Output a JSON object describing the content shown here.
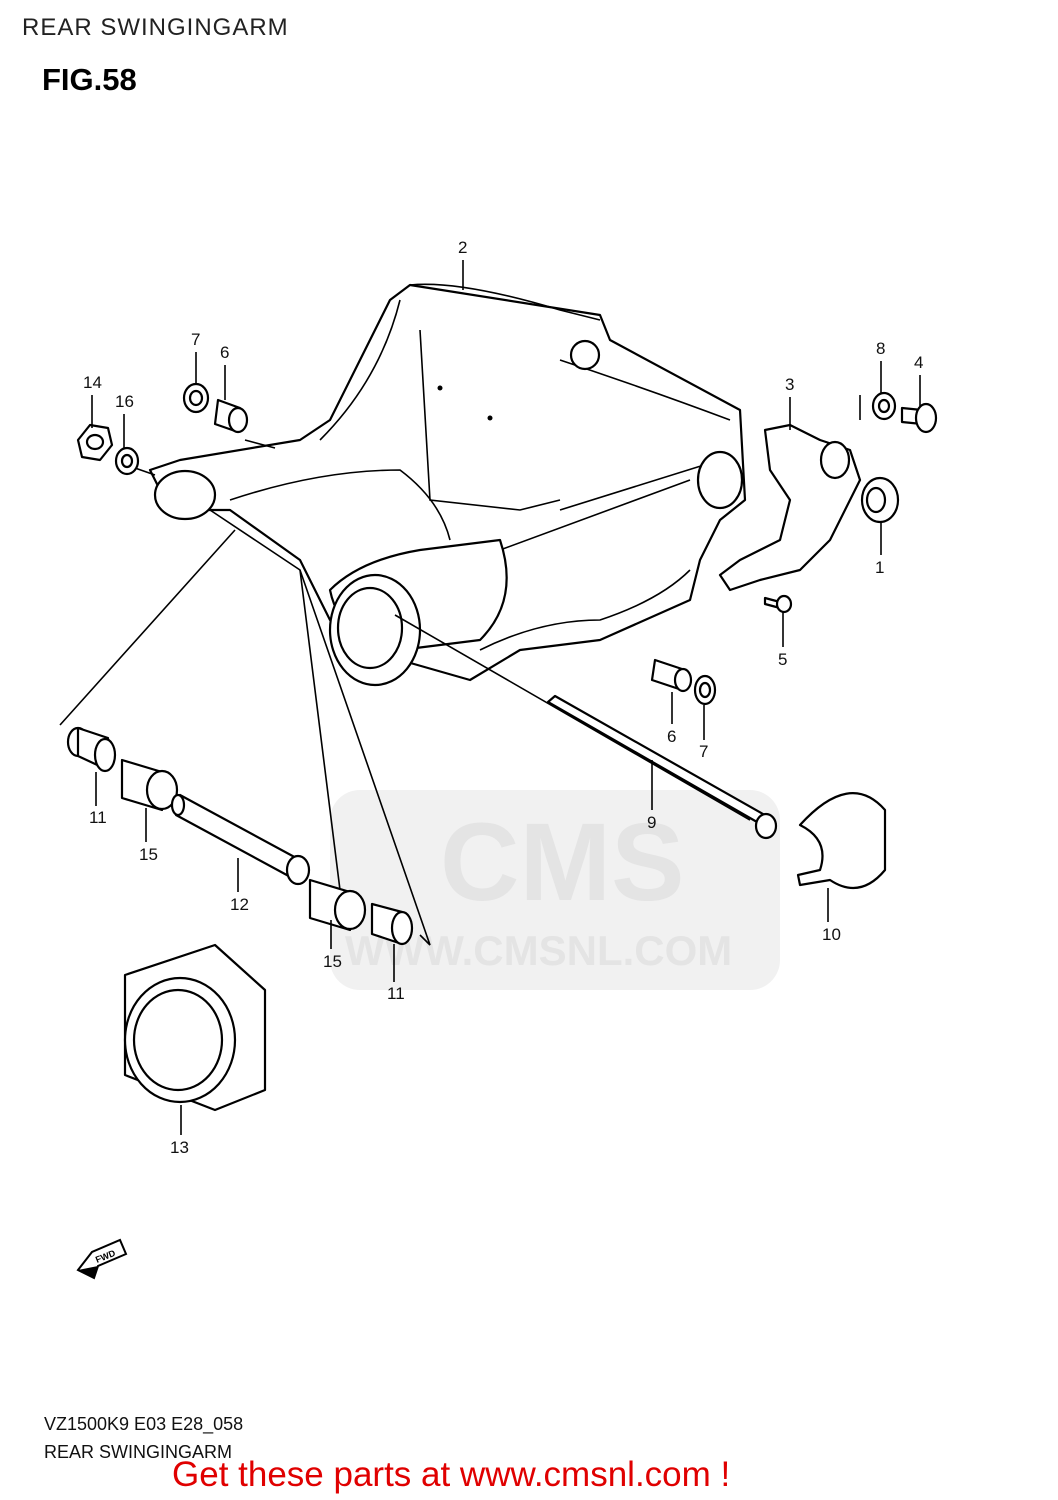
{
  "header": {
    "title": "REAR SWINGINGARM"
  },
  "figure": {
    "label": "FIG.58"
  },
  "watermark": {
    "brand": "CMS",
    "url": "WWW.CMSNL.COM"
  },
  "fwd_badge": "FWD",
  "footer": {
    "code": "VZ1500K9 E03 E28_058",
    "subtitle": "REAR SWINGINGARM",
    "promo": "Get these parts at www.cmsnl.com !"
  },
  "callouts": [
    {
      "part": "1",
      "label": "1"
    },
    {
      "part": "2",
      "label": "2"
    },
    {
      "part": "3",
      "label": "3"
    },
    {
      "part": "4",
      "label": "4"
    },
    {
      "part": "5",
      "label": "5"
    },
    {
      "part": "6",
      "label": "6"
    },
    {
      "part": "6b",
      "label": "6"
    },
    {
      "part": "7",
      "label": "7"
    },
    {
      "part": "7b",
      "label": "7"
    },
    {
      "part": "8",
      "label": "8"
    },
    {
      "part": "9",
      "label": "9"
    },
    {
      "part": "10",
      "label": "10"
    },
    {
      "part": "11",
      "label": "11"
    },
    {
      "part": "11b",
      "label": "11"
    },
    {
      "part": "12",
      "label": "12"
    },
    {
      "part": "13",
      "label": "13"
    },
    {
      "part": "14",
      "label": "14"
    },
    {
      "part": "15",
      "label": "15"
    },
    {
      "part": "15b",
      "label": "15"
    },
    {
      "part": "16",
      "label": "16"
    }
  ]
}
